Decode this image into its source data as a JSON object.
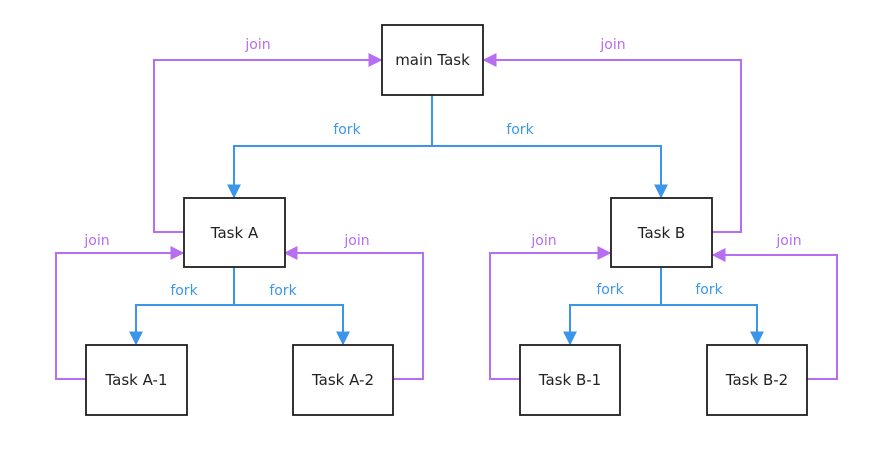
{
  "colors": {
    "fork": "#3c96e8",
    "join": "#b86ef0",
    "border": "#1f1f1f",
    "text": "#222222"
  },
  "nodes": {
    "main": "main Task",
    "a": "Task A",
    "b": "Task B",
    "a1": "Task A-1",
    "a2": "Task A-2",
    "b1": "Task B-1",
    "b2": "Task B-2"
  },
  "edges": {
    "fork_label": "fork",
    "join_label": "join"
  }
}
